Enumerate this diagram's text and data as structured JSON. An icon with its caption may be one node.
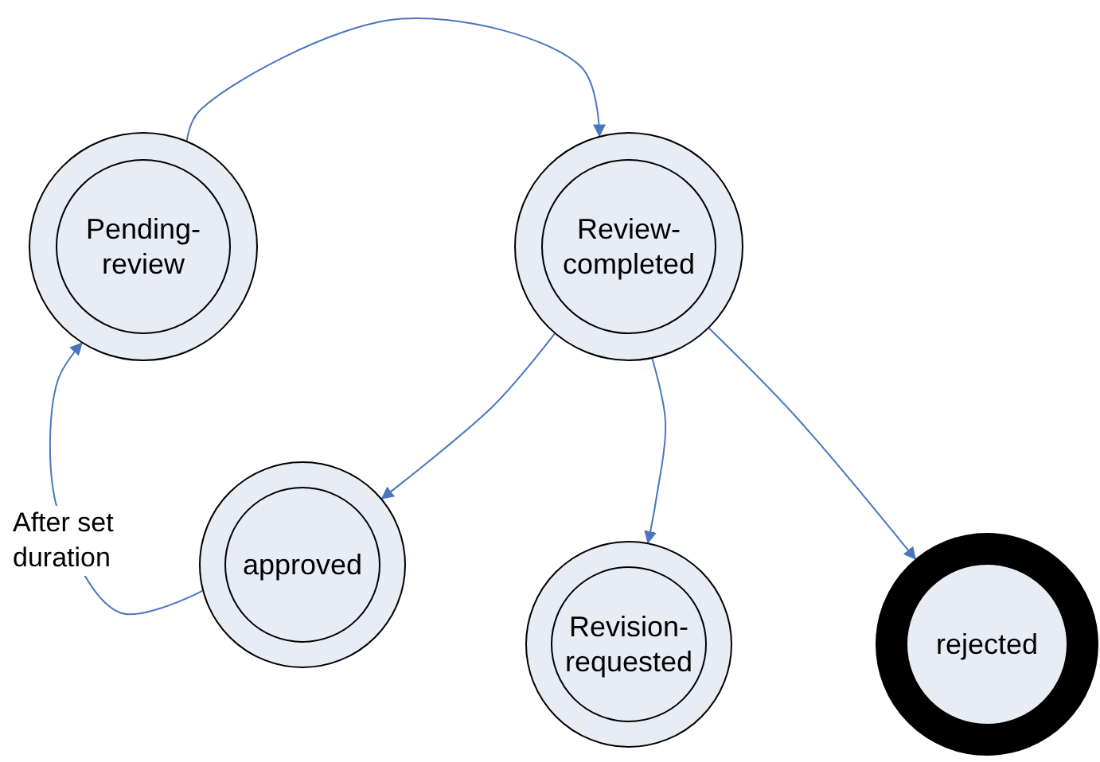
{
  "diagram": {
    "nodes": [
      {
        "text": [
          "Pending-review"
        ]
      },
      {
        "text": [
          "Review-completed"
        ]
      },
      {
        "text": [
          "approved"
        ]
      },
      {
        "text": [
          "Revision-requested"
        ]
      },
      {
        "text": [
          "rejected"
        ]
      }
    ],
    "edges": [
      {
        "from": 0,
        "to": 1,
        "arrow": "to"
      },
      {
        "from": 1,
        "to": 2,
        "arrow": "to"
      },
      {
        "from": 1,
        "to": 3,
        "arrow": "to"
      },
      {
        "from": 1,
        "to": 4,
        "arrow": "to"
      },
      {
        "from": 2,
        "to": 0,
        "arrow": "to",
        "label": "After set duration"
      }
    ]
  }
}
